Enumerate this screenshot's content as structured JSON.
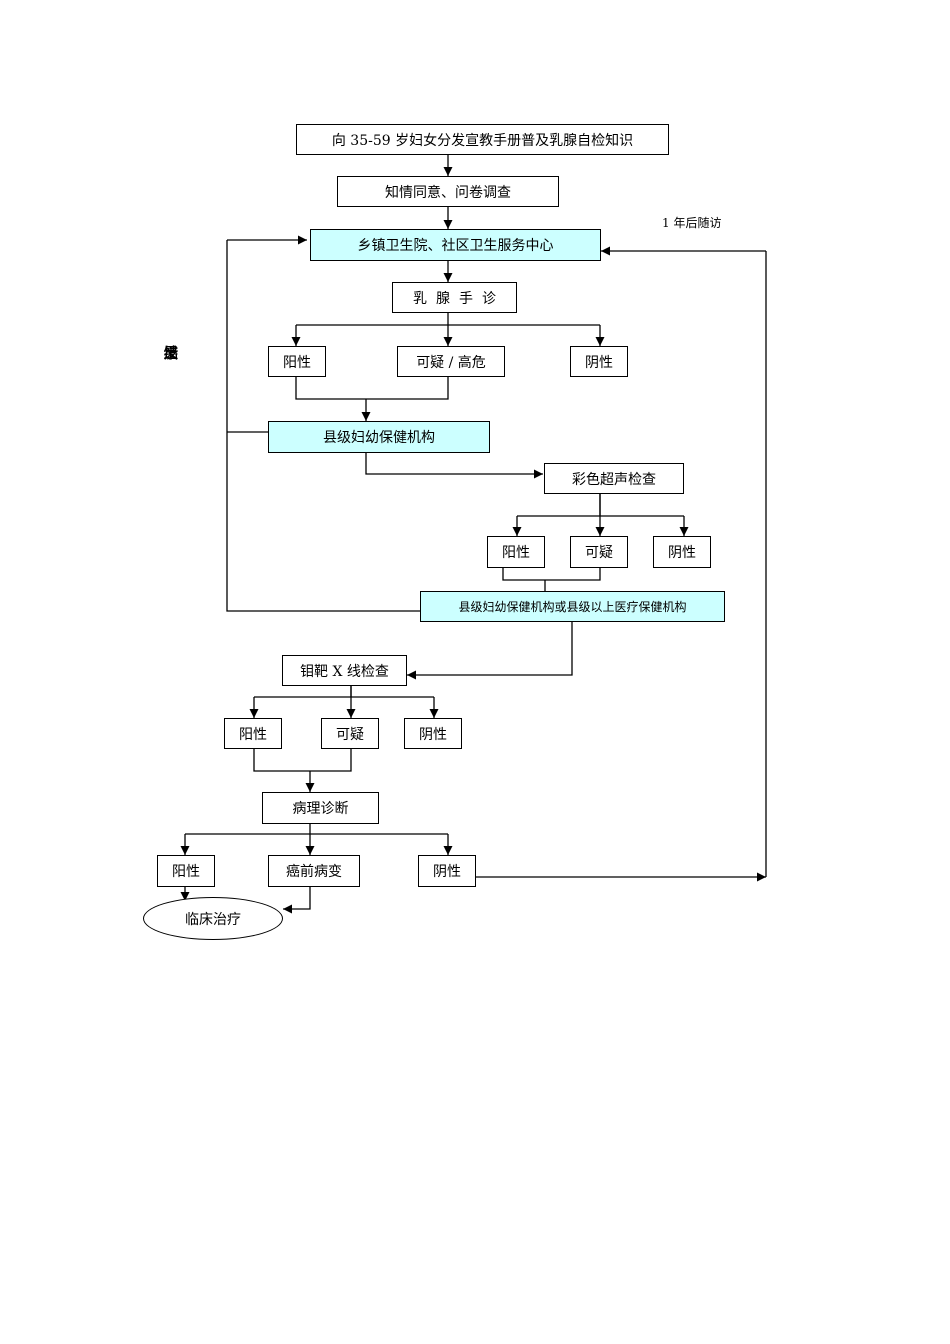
{
  "nodes": {
    "n_promote": "向 35-59 岁妇女分发宣教手册普及乳腺自检知识",
    "n_consent": "知情同意、问卷调查",
    "n_township": "乡镇卫生院、社区卫生服务中心",
    "n_palpation": "乳腺手诊",
    "n_palp_pos": "阳性",
    "n_palp_susp": "可疑 / 高危",
    "n_palp_neg": "阴性",
    "n_county": "县级妇幼保健机构",
    "n_ultrasound": "彩色超声检查",
    "n_us_pos": "阳性",
    "n_us_susp": "可疑",
    "n_us_neg": "阴性",
    "n_county_plus": "县级妇幼保健机构或县级以上医疗保健机构",
    "n_xray": "钼靶 X 线检查",
    "n_xr_pos": "阳性",
    "n_xr_susp": "可疑",
    "n_xr_neg": "阴性",
    "n_pathology": "病理诊断",
    "n_path_pos": "阳性",
    "n_path_pre": "癌前病变",
    "n_path_neg": "阴性",
    "n_treatment": "临床治疗"
  },
  "annotations": {
    "followup": "1 年后随访",
    "feedback": [
      "结",
      "果",
      "反",
      "馈"
    ]
  }
}
